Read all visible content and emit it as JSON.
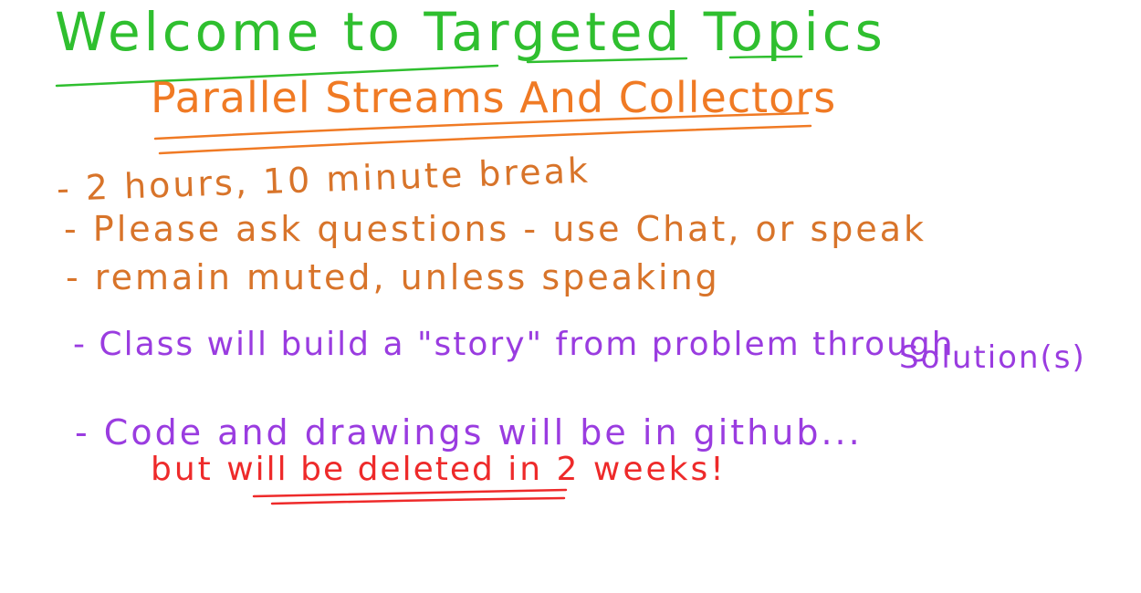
{
  "whiteboard": {
    "title": "Welcome to Targeted Topics",
    "subtitle": "Parallel Streams And Collectors",
    "bullets": [
      {
        "text": "- 2 hours, 10 minute break"
      },
      {
        "text": "- Please ask questions - use Chat, or speak"
      },
      {
        "text": "- remain muted, unless speaking"
      },
      {
        "text": "- Class will build a \"story\" from problem through",
        "continuation": "Solution(s)"
      },
      {
        "text": "- Code and drawings will be in github...",
        "continuation_prefix": "but ",
        "continuation_emphasis": "will be deleted",
        "continuation_suffix": " in 2 weeks!"
      }
    ]
  },
  "colors": {
    "title": "#2fbf2f",
    "subtitle": "#f07a24",
    "bullet_orange": "#d8742a",
    "bullet_purple": "#9a3ce0",
    "bullet_red": "#ee2a2a"
  }
}
